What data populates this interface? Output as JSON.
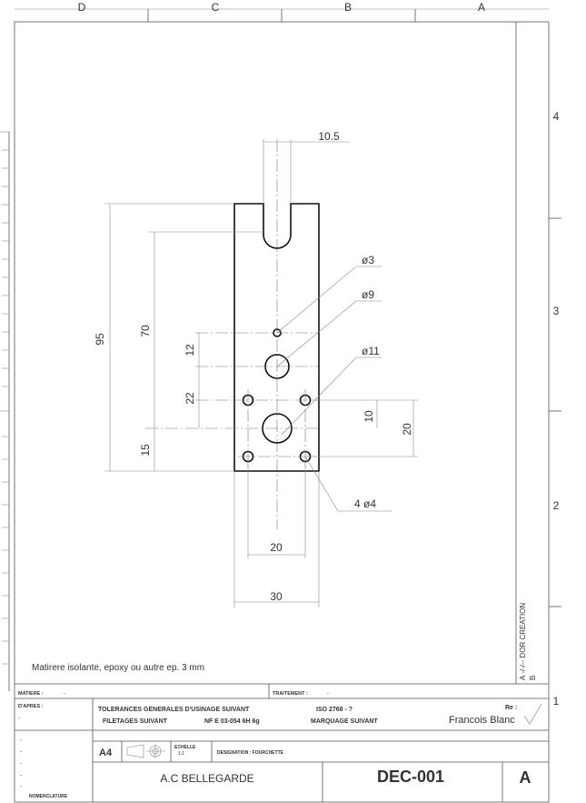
{
  "frame": {
    "top_zones": [
      "D",
      "C",
      "B",
      "A"
    ],
    "side_zones": [
      "4",
      "3",
      "2",
      "1"
    ]
  },
  "dimensions": {
    "slot_width": "10.5",
    "total_height": "95",
    "slot_to_hole": "70",
    "hole_spacing_12": "12",
    "hole_spacing_22": "22",
    "bottom_15": "15",
    "small_hole_dia": "ø3",
    "mid_hole_dia": "ø9",
    "large_hole_dia": "ø11",
    "dim_10": "10",
    "dim_20_right": "20",
    "pattern_label": "4   ø4",
    "width_20": "20",
    "width_30": "30"
  },
  "note": "Matirere isolante, epoxy ou autre ep. 3 mm",
  "revision": {
    "text": "A  -/-/-- DOR CREATION",
    "row_b": "B"
  },
  "title_block": {
    "matiere_label": "MATIERE :",
    "matiere_value": "-",
    "traitement_label": "TRAITEMENT :",
    "traitement_value": "-",
    "dapres_label": "D'APRES :",
    "dapres_value": "-",
    "tolerances": "TOLERANCES GENERALES D'USINAGE SUIVANT",
    "iso": "ISO 2768 - ?",
    "filetages": "FILETAGES SUIVANT",
    "nf": "NF E 03-054 6H 6g",
    "marquage": "MARQUAGE SUIVANT",
    "re_label": "Re :",
    "author": "Francois Blanc",
    "format": "A4",
    "echelle_label": "ECHELLE",
    "echelle_value": "1:1",
    "designation": "DESIGNATION : FOURCHETTE",
    "company": "A.C BELLEGARDE",
    "drawing_number": "DEC-001",
    "revision_letter": "A",
    "nomenclature": "NOMENCLATURE",
    "nomen_dashes": [
      "-",
      "-",
      "-",
      "-",
      "-"
    ]
  }
}
